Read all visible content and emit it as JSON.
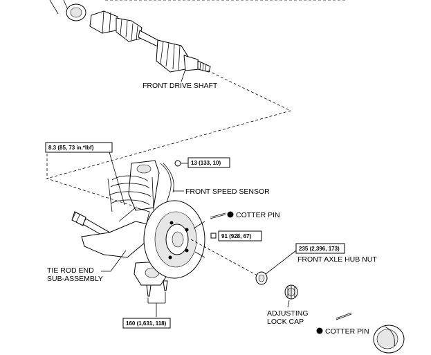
{
  "labels": {
    "front_drive_shaft": "FRONT DRIVE SHAFT",
    "front_speed_sensor": "FRONT SPEED SENSOR",
    "cotter_pin_upper": "COTTER PIN",
    "front_axle_hub_nut": "FRONT AXLE HUB NUT",
    "tie_rod_end_line1": "TIE ROD END",
    "tie_rod_end_line2": "SUB-ASSEMBLY",
    "adjusting_lock_cap_line1": "ADJUSTING",
    "adjusting_lock_cap_line2": "LOCK CAP",
    "cotter_pin_lower": "COTTER PIN"
  },
  "torque": {
    "speed_sensor_bolt": "8.3 (85, 73 in.*lbf)",
    "sensor_clamp": "13 (133, 10)",
    "tie_rod_nut": "91 (928, 67)",
    "hub_nut": "235 (2,396, 173)",
    "lower_arm_bolts": "160 (1,631, 118)"
  },
  "colors": {
    "line": "#000000",
    "background": "#ffffff"
  }
}
